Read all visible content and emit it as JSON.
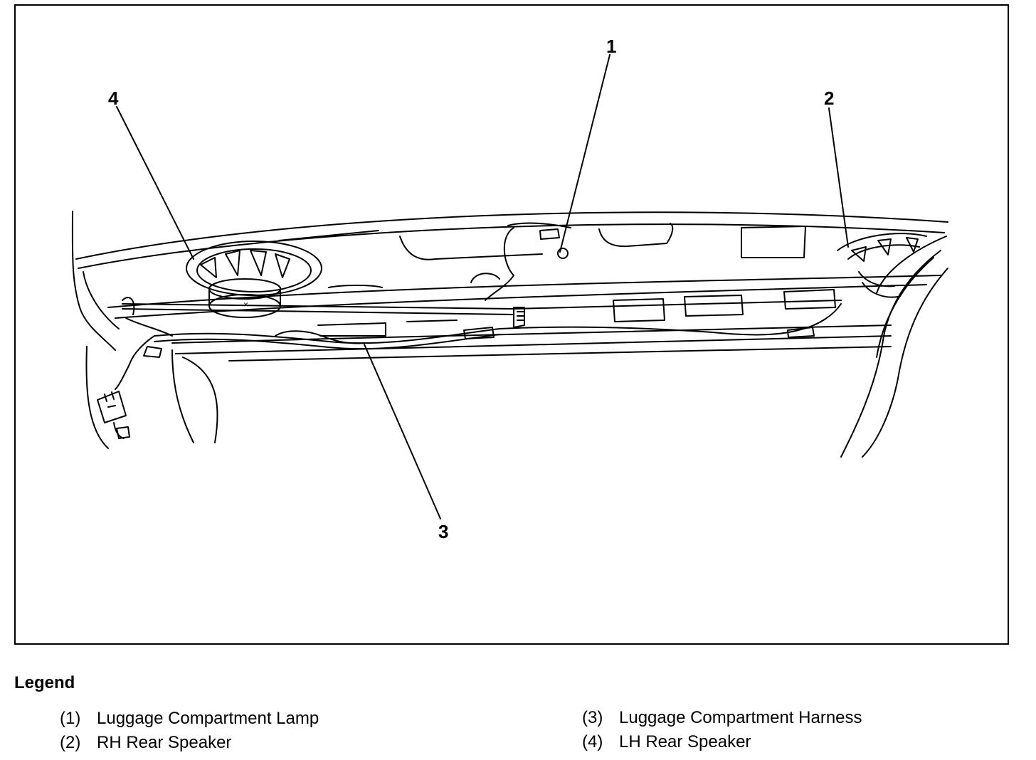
{
  "callouts": {
    "c1": "1",
    "c2": "2",
    "c3": "3",
    "c4": "4"
  },
  "legend": {
    "title": "Legend",
    "items": [
      {
        "num": "(1)",
        "label": "Luggage Compartment Lamp"
      },
      {
        "num": "(2)",
        "label": "RH Rear Speaker"
      },
      {
        "num": "(3)",
        "label": "Luggage Compartment Harness"
      },
      {
        "num": "(4)",
        "label": "LH Rear Speaker"
      }
    ]
  },
  "colors": {
    "line": "#000000",
    "background": "#ffffff"
  }
}
